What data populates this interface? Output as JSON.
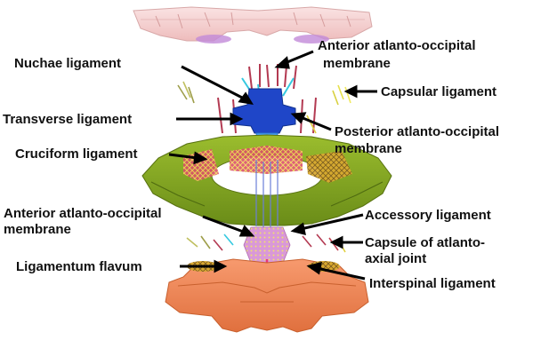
{
  "labels": {
    "nuchae": "Nuchae ligament",
    "transverse": "Transverse ligament",
    "cruciform": "Cruciform ligament",
    "anterior_top_1": "Anterior atlanto-occipital",
    "anterior_top_2": "membrane",
    "capsular": "Capsular ligament",
    "posterior_1": "Posterior atlanto-occipital",
    "posterior_2": "membrane",
    "anterior_left_1": "Anterior atlanto-occipital",
    "anterior_left_2": "membrane",
    "accessory": "Accessory ligament",
    "capsule_aa_1": "Capsule of atlanto-",
    "capsule_aa_2": "axial joint",
    "flavum": "Ligamentum flavum",
    "interspinal": "Interspinal ligament"
  },
  "colors": {
    "occiput": "#f6d6d6",
    "atlas": "#86a820",
    "axis": "#f58a5c",
    "transverse_ligament": "#1f46c8",
    "dens": "#4aa3ff",
    "ligament_fibers": "#b33a52",
    "flavum_mesh": "#e2b43c",
    "cruciform_mesh": "#d94e6a"
  }
}
